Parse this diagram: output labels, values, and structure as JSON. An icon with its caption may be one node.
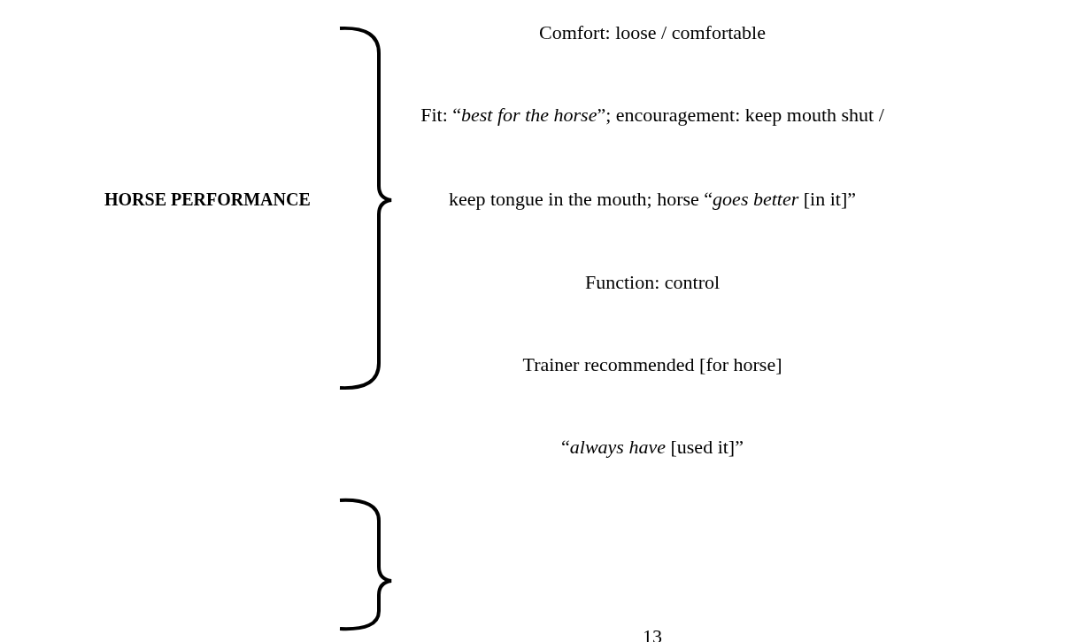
{
  "diagram": {
    "labels": [
      "HORSE PERFORMANCE",
      "Comfort: loose / comfortable",
      "Fit: “*best for the horse*”; encouragement: keep mouth shut /",
      "keep tongue in the mouth; horse “*goes better* [in it]”",
      "Function: control",
      "Trainer recommended [for horse]",
      "“*always have* [used it]”",
      "13"
    ]
  }
}
